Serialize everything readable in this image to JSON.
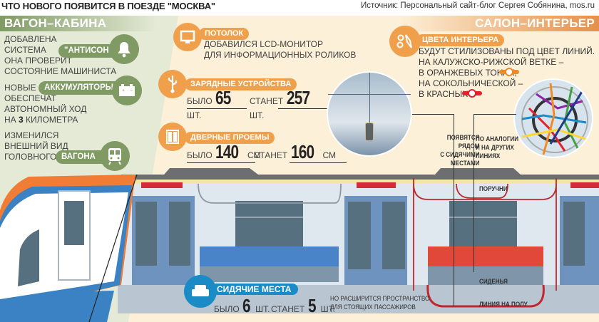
{
  "header": {
    "title": "ЧТО НОВОГО ПОЯВИТСЯ В ПОЕЗДЕ \"МОСКВА\"",
    "source": "Источник: Персональный сайт-блог Сергея Собянина, mos.ru"
  },
  "sections": {
    "left_title": "ВАГОН–КАБИНА",
    "right_title": "САЛОН–ИНТЕРЬЕР"
  },
  "cabin": {
    "antison": {
      "lines": [
        "ДОБАВЛЕНА",
        "СИСТЕМА",
        "ОНА ПРОВЕРИТ",
        "СОСТОЯНИЕ МАШИНИСТА"
      ],
      "badge": "\"АНТИСОН\"",
      "icon": "bell-icon"
    },
    "batteries": {
      "prefix": "НОВЫЕ",
      "badge": "АККУМУЛЯТОРЫ",
      "lines": [
        "ОБЕСПЕЧАТ",
        "АВТОНОМНЫЙ ХОД"
      ],
      "range_prefix": "НА",
      "range_value": "3",
      "range_suffix": "КИЛОМЕТРА",
      "icon": "battery-icon"
    },
    "exterior": {
      "lines": [
        "ИЗМЕНИЛСЯ",
        "ВНЕШНИЙ ВИД"
      ],
      "prefix": "ГОЛОВНОГО",
      "badge": "ВАГОНА",
      "icon": "train-icon"
    }
  },
  "interior": {
    "ceiling": {
      "badge": "ПОТОЛОК",
      "lines": [
        "ДОБАВИЛСЯ LCD-МОНИТОР",
        "ДЛЯ ИНФОРМАЦИОННЫХ РОЛИКОВ"
      ],
      "icon": "monitor-icon"
    },
    "chargers": {
      "badge": "ЗАРЯДНЫЕ УСТРОЙСТВА",
      "was_label": "БЫЛО",
      "was_value": "65",
      "will_label": "СТАНЕТ",
      "will_value": "257",
      "unit": "ШТ.",
      "icon": "usb-icon"
    },
    "doors": {
      "badge": "ДВЕРНЫЕ ПРОЕМЫ",
      "was_label": "БЫЛО",
      "was_value": "140",
      "will_label": "СТАНЕТ",
      "will_value": "160",
      "unit": "СМ",
      "icon": "door-icon"
    },
    "colors": {
      "badge": "ЦВЕТА ИНТЕРЬЕРА",
      "lines": [
        "БУДУТ СТИЛИЗОВАНЫ ПОД ЦВЕТ ЛИНИЙ.",
        "НА КАЛУЖСКО-РИЖСКОЙ ВЕТКЕ –",
        "В ОРАНЖЕВЫХ ТОНАХ,",
        "НА СОКОЛЬНИЧЕСКОЙ –",
        "В КРАСНЫХ"
      ],
      "orange": "#f08a24",
      "red": "#e2222c",
      "icon": "palette-icon"
    },
    "near_seats": [
      "ПОЯВЯТСЯ РЯДОМ",
      "С СИДЯЧИМИ",
      "МЕСТАМИ"
    ],
    "other_lines": [
      "ПО АНАЛОГИИ",
      "И НА ДРУГИХ",
      "ЛИНИЯХ"
    ],
    "handrails": "ПОРУЧНИ",
    "seats_label": "СИДЕНЬЯ",
    "floor_line": "ЛИНИЯ НА ПОЛУ",
    "seating": {
      "badge": "СИДЯЧИЕ МЕСТА",
      "was_label": "БЫЛО",
      "was_value": "6",
      "will_label": "СТАНЕТ",
      "will_value": "5",
      "unit": "ШТ.",
      "note": [
        "НО РАСШИРИТСЯ ПРОСТРАНСТВО",
        "ДЛЯ СТОЯЩИХ ПАССАЖИРОВ"
      ],
      "icon": "armchair-icon"
    }
  },
  "colors": {
    "green": "#7f9a62",
    "orange": "#f0a04b",
    "blue_badge": "#1b8bc6",
    "seat_blue": "#4a84c8",
    "seat_red": "#e2483a",
    "door": "#6f93bf",
    "window": "#56707f"
  }
}
